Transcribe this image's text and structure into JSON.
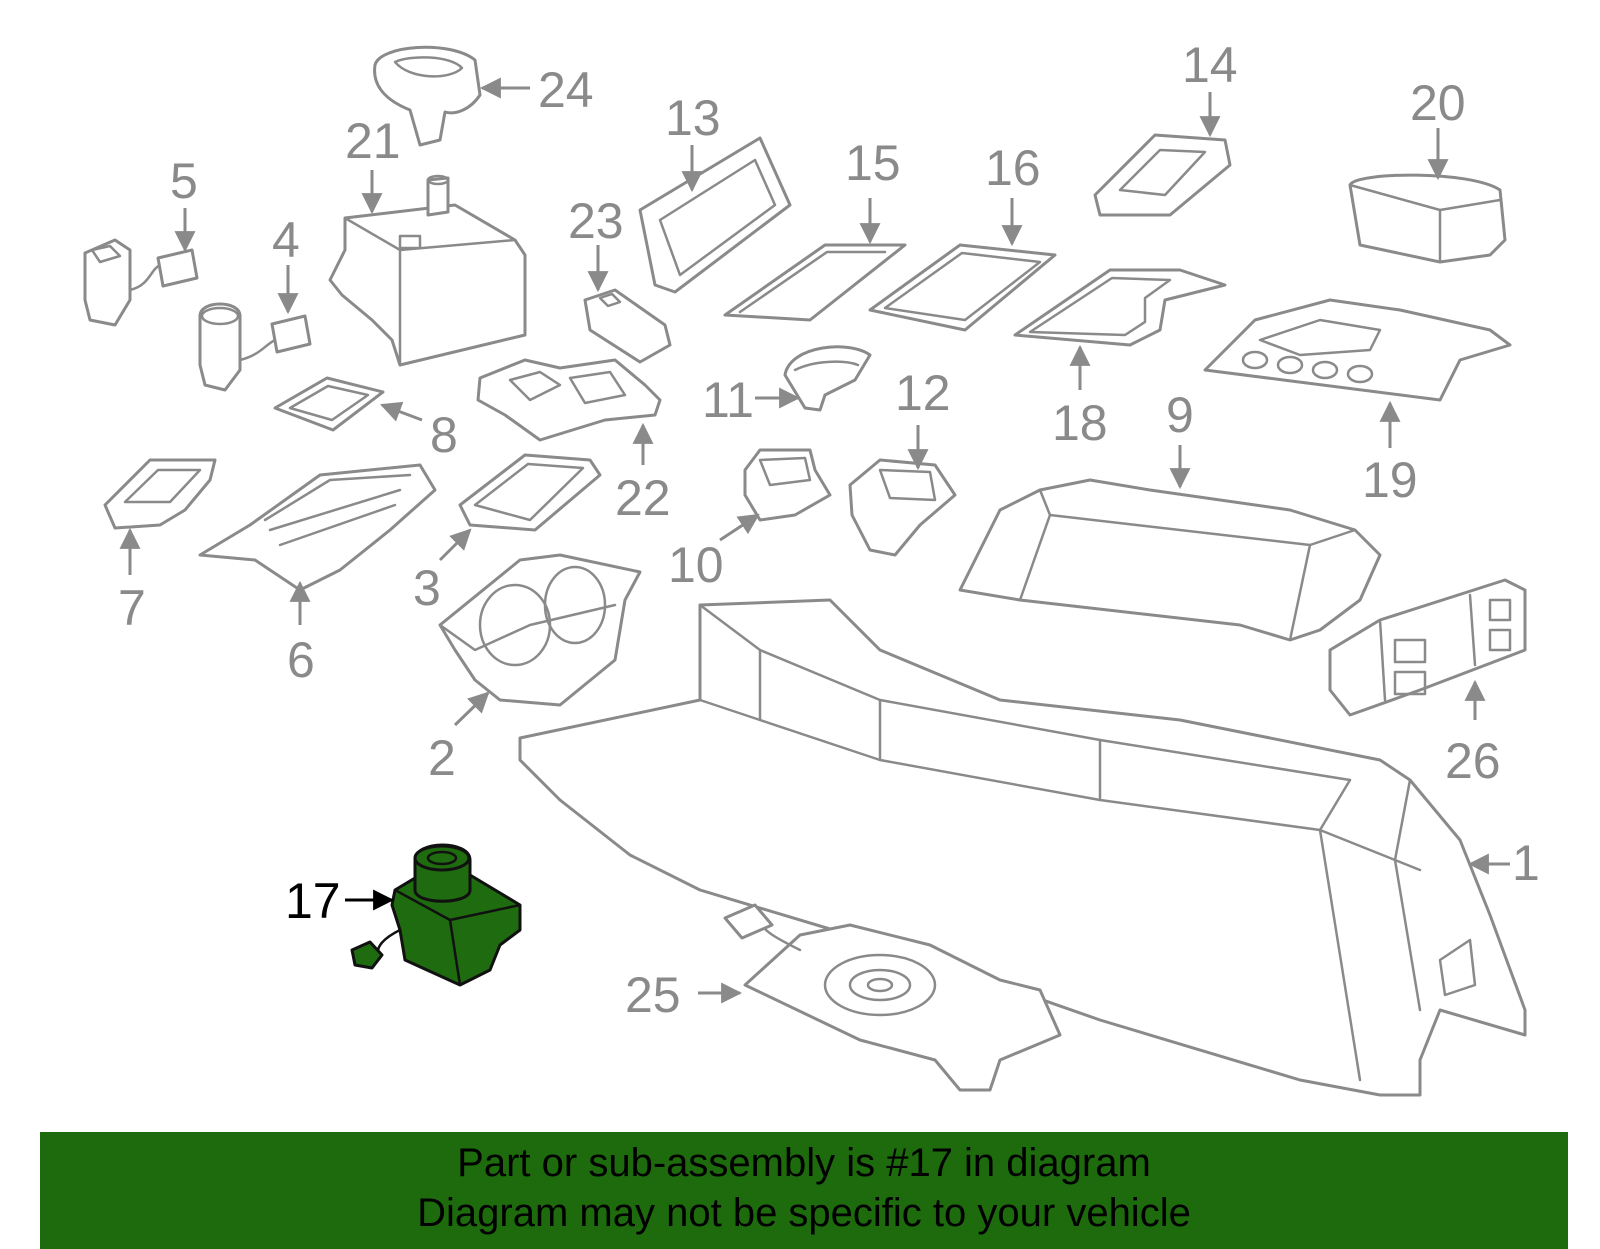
{
  "colors": {
    "line": "#8a8a8a",
    "highlight_fill": "#1f6b0f",
    "banner_bg": "#1d6b0d",
    "banner_text": "#000000"
  },
  "callouts": {
    "c1": "1",
    "c2": "2",
    "c3": "3",
    "c4": "4",
    "c5": "5",
    "c6": "6",
    "c7": "7",
    "c8": "8",
    "c9": "9",
    "c10": "10",
    "c11": "11",
    "c12": "12",
    "c13": "13",
    "c14": "14",
    "c15": "15",
    "c16": "16",
    "c17": "17",
    "c18": "18",
    "c19": "19",
    "c20": "20",
    "c21": "21",
    "c22": "22",
    "c23": "23",
    "c24": "24",
    "c25": "25",
    "c26": "26"
  },
  "highlighted_part": "17",
  "banner": {
    "line1": "Part or sub-assembly is #17 in diagram",
    "line2": "Diagram may not be specific to your vehicle"
  }
}
